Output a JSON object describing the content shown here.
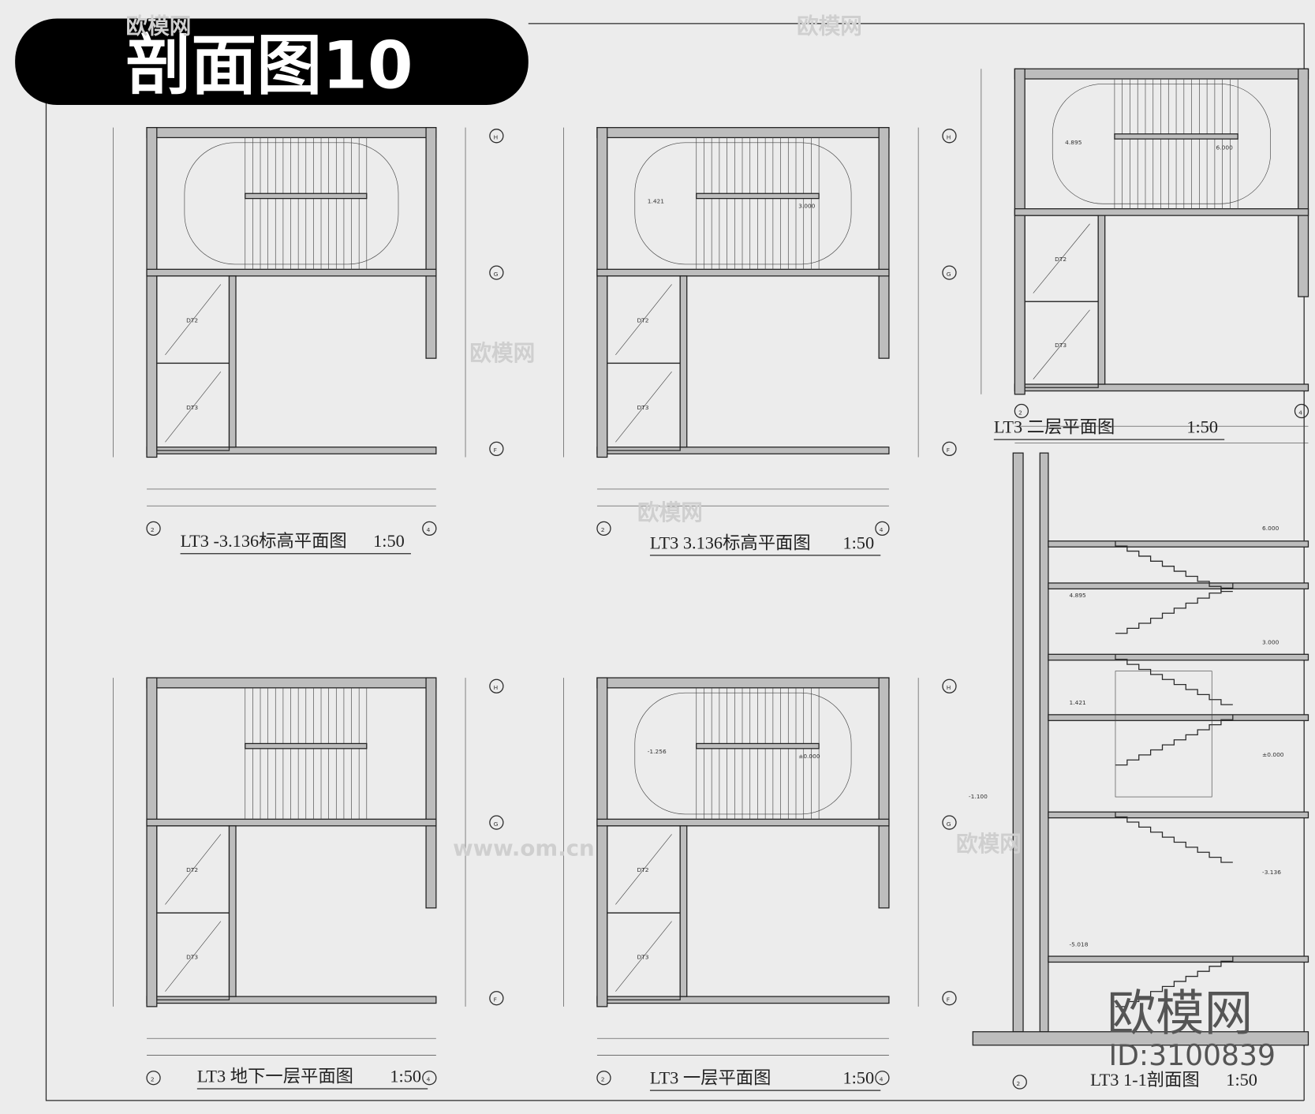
{
  "badge": {
    "title": "剖面图10",
    "bg": "#000000",
    "fg": "#ffffff"
  },
  "drawings": [
    {
      "id": "plan-minus-3136",
      "title": "LT3 -3.136标高平面图",
      "scale": "1:50",
      "rooms": [
        "DT2",
        "DT3"
      ],
      "levels": []
    },
    {
      "id": "plan-3136",
      "title": "LT3 3.136标高平面图",
      "scale": "1:50",
      "rooms": [
        "DT2",
        "DT3"
      ],
      "levels": [
        "1.421",
        "3.000"
      ]
    },
    {
      "id": "plan-2f",
      "title": "LT3  二层平面图",
      "scale": "1:50",
      "rooms": [
        "DT2",
        "DT3"
      ],
      "levels": [
        "4.895",
        "6.000"
      ]
    },
    {
      "id": "plan-b1",
      "title": "LT3 地下一层平面图",
      "scale": "1:50",
      "rooms": [
        "DT2",
        "DT3"
      ],
      "levels": []
    },
    {
      "id": "plan-1f",
      "title": "LT3  一层平面图",
      "scale": "1:50",
      "rooms": [
        "DT2",
        "DT3"
      ],
      "levels": [
        "-1.256",
        "±0.000"
      ]
    },
    {
      "id": "section-1-1",
      "title": "LT3 1-1剖面图",
      "scale": "1:50",
      "rooms": [],
      "levels": [
        "6.000",
        "4.895",
        "3.000",
        "1.421",
        "±0.000",
        "-1.100",
        "-3.136",
        "-5.018"
      ]
    }
  ],
  "grid_axes": [
    "2",
    "4",
    "H",
    "G",
    "F"
  ],
  "watermark": {
    "brand": "欧模网",
    "url": "www.om.cn",
    "id": "ID:3100839"
  }
}
